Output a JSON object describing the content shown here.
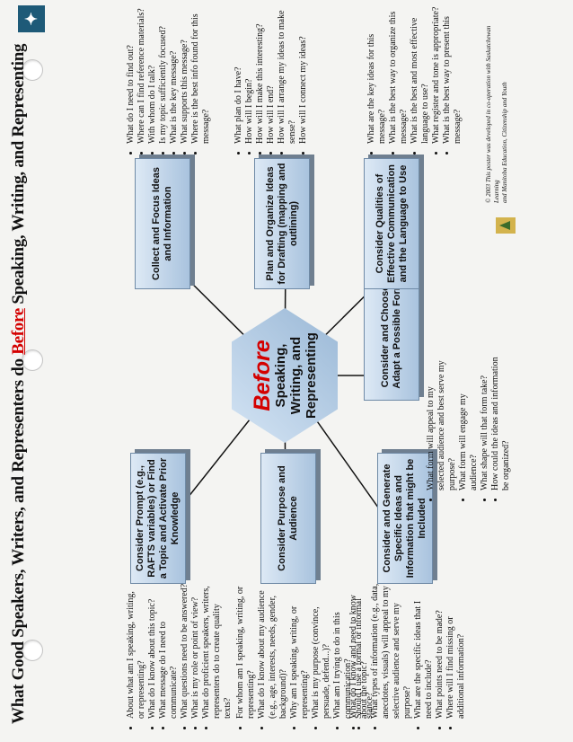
{
  "title": {
    "prefix": "What Good Speakers, Writers, and Representers do ",
    "highlight": "Before",
    "suffix": " Speaking, Writing, and Representing"
  },
  "hub": {
    "word": "Before",
    "line1": "Speaking,",
    "line2": "Writing, and",
    "line3": "Representing"
  },
  "nodes": {
    "prompt": {
      "label": "Consider Prompt (e.g., RAFTS variables) or Find a Topic and Activate Prior Knowledge",
      "questions": [
        "About what am I speaking, writing, or representing?",
        "What do I know about this topic?",
        "What message do I need to communicate?",
        "What questions need to be answered?",
        "What is my role or point of view?",
        "What do proficient speakers, writers, representers do to create quality texts?"
      ]
    },
    "collect": {
      "label": "Collect and Focus Ideas and Information",
      "questions": [
        "What do I need to find out?",
        "Where can I find reference materials?",
        "With whom do I talk?",
        "Is my topic sufficiently focused?",
        "What is the key message?",
        "What supports this message?",
        "Where is the best info found for this message?"
      ]
    },
    "purpose": {
      "label": "Consider Purpose and Audience",
      "questions": [
        "For whom am I speaking, writing, or representing?",
        "What do I know about my audience (e.g., age, interests, needs, gender, background)?",
        "Why am I speaking, writing, or representing?",
        "What is my purpose (convince, persuade, defend...)?",
        "What am I trying to do in this communication?",
        "Should I use a formal or informal stance?"
      ]
    },
    "plan": {
      "label": "Plan and Organize Ideas for Drafting (mapping and outlining)",
      "questions": [
        "What plan do I have?",
        "How will I begin?",
        "How will I make this interesting?",
        "How will I end?",
        "How will I arrange my ideas to make sense?",
        "How will I connect my ideas?"
      ]
    },
    "generate": {
      "label": "Consider and Generate Specific Ideas and Information that might be Included",
      "questions": [
        "What do I know and need to know about the topic?",
        "What types of information (e.g., data, anecdotes, visuals) will appeal to my selective audience and serve my purpose?",
        "What are the specific ideas that I need to include?",
        "What points need to be made?",
        "Where will I find missing or additional information?"
      ]
    },
    "form": {
      "label": "Consider and Choose/ Adapt a Possible Form",
      "questions": [
        "What form will appeal to my selected audience and best serve my purpose?",
        "What form will engage my audience?",
        "What shape will that form take?",
        "How could the ideas and information be organized?"
      ]
    },
    "qualities": {
      "label": "Consider Qualities of Effective Communication and the Language to Use",
      "questions": [
        "What are the key ideas for this message?",
        "What is the best way to organize this message?",
        "What is the best and most effective language to use?",
        "What register and tone is appropriate?",
        "What is the best way to present this message?"
      ]
    }
  },
  "footer": {
    "line1": "© 2003 This poster was developed in co-operation with Saskatchewan Learning",
    "line2": "and Manitoba Education, Citizenship and Youth"
  },
  "colors": {
    "accent": "#d40000",
    "box": "#bcd1e8"
  }
}
